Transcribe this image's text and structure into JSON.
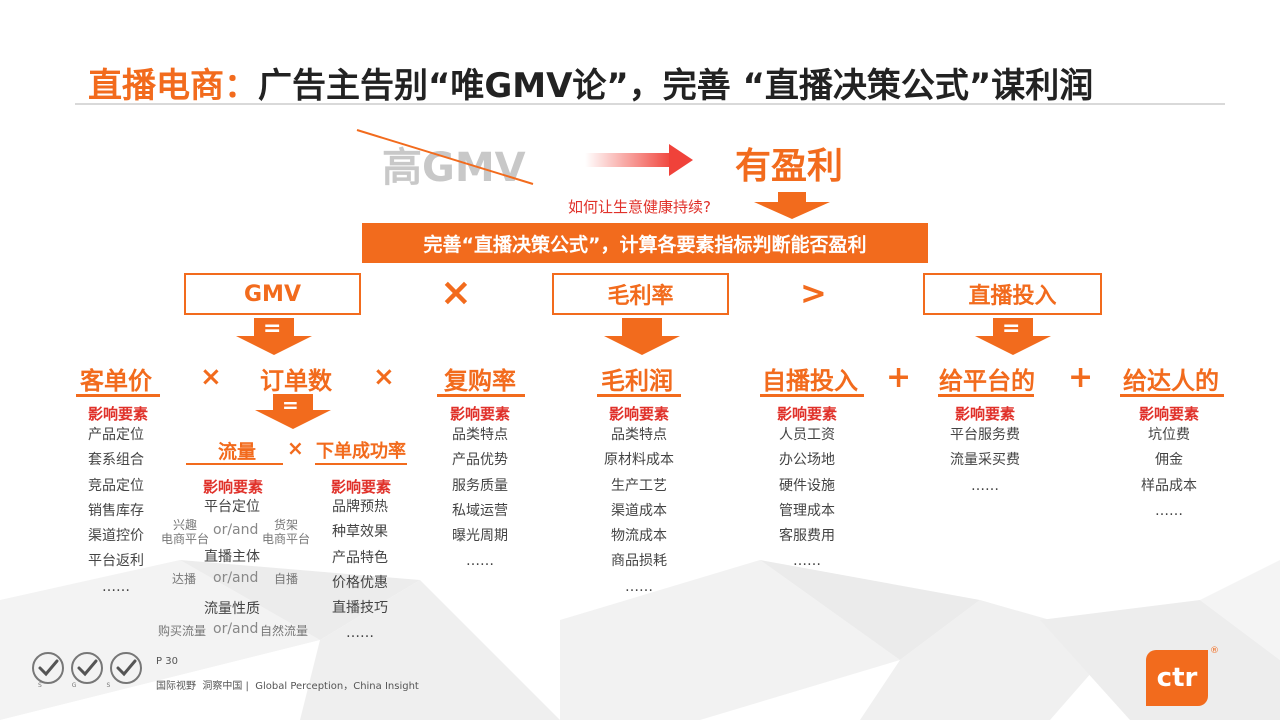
{
  "title": {
    "highlight": "直播电商：",
    "main": "广告主告别“唯GMV论”，完善 “直播决策公式”谋利润"
  },
  "top": {
    "from": "高GMV",
    "to": "有盈利",
    "question": "如何让生意健康持续?",
    "banner": "完善“直播决策公式”，计算各要素指标判断能否盈利"
  },
  "formula": {
    "gmv": "GMV",
    "times": "×",
    "margin_rate": "毛利率",
    "greater": ">",
    "investment": "直播投入",
    "equals": "="
  },
  "columns": {
    "unit_price": {
      "header": "客单价",
      "sub": "影响要素",
      "items": [
        "产品定位",
        "套系组合",
        "竞品定位",
        "销售库存",
        "渠道控价",
        "平台返利",
        "……"
      ]
    },
    "order_count": {
      "header": "订单数"
    },
    "traffic": {
      "header": "流量",
      "sub": "影响要素",
      "rows": [
        {
          "center": "平台定位",
          "left": "兴趣\n电商平台",
          "mid": "or/and",
          "right": "货架\n电商平台"
        },
        {
          "center": "直播主体",
          "left": "达播",
          "mid": "or/and",
          "right": "自播"
        },
        {
          "center": "流量性质",
          "left": "购买流量",
          "mid": "or/and",
          "right": "自然流量"
        }
      ]
    },
    "conversion": {
      "header": "下单成功率",
      "sub": "影响要素",
      "items": [
        "品牌预热",
        "种草效果",
        "产品特色",
        "价格优惠",
        "直播技巧",
        "……"
      ]
    },
    "repurchase": {
      "header": "复购率",
      "sub": "影响要素",
      "items": [
        "品类特点",
        "产品优势",
        "服务质量",
        "私域运营",
        "曝光周期",
        "……"
      ]
    },
    "gross_profit": {
      "header": "毛利润",
      "sub": "影响要素",
      "items": [
        "品类特点",
        "原材料成本",
        "生产工艺",
        "渠道成本",
        "物流成本",
        "商品损耗",
        "……"
      ]
    },
    "self_broadcast": {
      "header": "自播投入",
      "sub": "影响要素",
      "items": [
        "人员工资",
        "办公场地",
        "硬件设施",
        "管理成本",
        "客服费用",
        "……"
      ]
    },
    "platform": {
      "header": "给平台的",
      "sub": "影响要素",
      "items": [
        "平台服务费",
        "流量采买费",
        "……"
      ]
    },
    "influencer": {
      "header": "给达人的",
      "sub": "影响要素",
      "items": [
        "坑位费",
        "佣金",
        "样品成本",
        "……"
      ]
    }
  },
  "operators": {
    "times": "×",
    "plus": "+",
    "equals": "="
  },
  "footer": {
    "page": "P 30",
    "tagline": "国际视野  洞察中国 |  Global Perception，China Insight",
    "badge_label": "SGS",
    "logo": "ctr",
    "logo_mark": "®"
  },
  "colors": {
    "accent": "#f26b1d",
    "red": "#e0312a"
  }
}
